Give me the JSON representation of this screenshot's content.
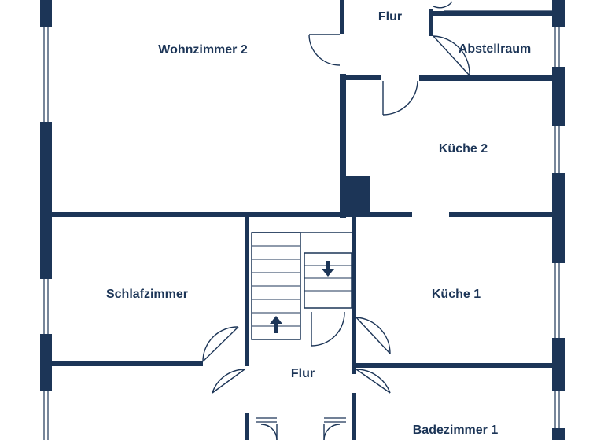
{
  "colors": {
    "wall": "#1c3557",
    "window": "#1c3557",
    "background": "#ffffff"
  },
  "rooms": {
    "wohnzimmer2": "Wohnzimmer 2",
    "flur_top": "Flur",
    "abstellraum": "Abstellraum",
    "kueche2": "Küche 2",
    "schlafzimmer": "Schlafzimmer",
    "kueche1": "Küche 1",
    "flur_bottom": "Flur",
    "badezimmer1": "Badezimmer 1"
  },
  "icons": {
    "stair_up": "arrow-up-icon",
    "stair_down": "arrow-down-icon"
  }
}
